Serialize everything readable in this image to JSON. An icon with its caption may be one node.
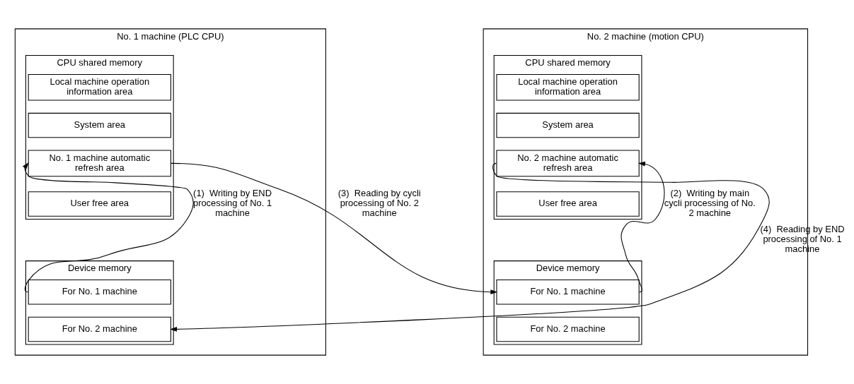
{
  "diagram": {
    "nodes": [
      {
        "text": [
          "No. 1 machine (PLC CPU)"
        ]
      },
      {
        "text": [
          "CPU shared memory"
        ],
        "in": 0
      },
      {
        "text": [
          "Local machine operation information area"
        ],
        "in": 1
      },
      {
        "text": [
          "System area"
        ],
        "in": 1
      },
      {
        "text": [
          "No. 1 machine automatic refresh area"
        ],
        "in": 1
      },
      {
        "text": [
          "User free area"
        ],
        "in": 1
      },
      {
        "text": [
          "Device memory"
        ],
        "in": 0
      },
      {
        "text": [
          "For No. 1 machine"
        ],
        "in": 6
      },
      {
        "text": [
          "For No. 2 machine"
        ],
        "in": 6
      },
      {
        "text": [
          "No. 2 machine (motion CPU)"
        ]
      },
      {
        "text": [
          "CPU shared memory"
        ],
        "in": 9
      },
      {
        "text": [
          "Local machine operation information area"
        ],
        "in": 10
      },
      {
        "text": [
          "System area"
        ],
        "in": 10
      },
      {
        "text": [
          "No. 2 machine automatic refresh area"
        ],
        "in": 10
      },
      {
        "text": [
          "User free area"
        ],
        "in": 10
      },
      {
        "text": [
          "Device memory"
        ],
        "in": 9
      },
      {
        "text": [
          "For No. 1 machine"
        ],
        "in": 15
      },
      {
        "text": [
          "For No. 2 machine"
        ],
        "in": 15
      }
    ],
    "edges": [
      {
        "from": 7,
        "to": 4,
        "arrow": "to",
        "label": "(1)  Writing by END processing of No. 1 machine"
      },
      {
        "from": 16,
        "to": 13,
        "arrow": "to",
        "label": "(2)  Writing by main cycli processing of No. 2 machine"
      },
      {
        "from": 4,
        "to": 16,
        "arrow": "to",
        "label": "(3)  Reading by cycli processing of No. 2 machine"
      },
      {
        "from": 13,
        "to": 8,
        "arrow": "to",
        "label": "(4)  Reading by END processing of No. 1 machine"
      }
    ]
  }
}
